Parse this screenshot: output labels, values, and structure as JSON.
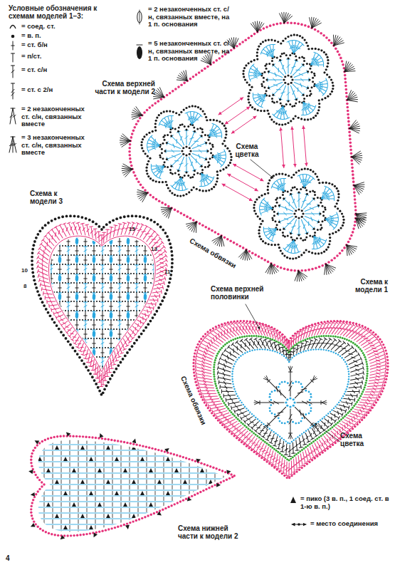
{
  "diagram": {
    "labels": [
      "Условные обозначения к схемам моделей 1–3:",
      "Схема верхней части к модели 2",
      "Схема цветка",
      "Схема обвязки",
      "Схема к модели 3",
      "15",
      "13",
      "11",
      "10",
      "8",
      "Схема верхней половинки",
      "Схема к модели 1",
      "Схема обвязки",
      "Схема цветка",
      "Схема нижней части к модели 2",
      "4"
    ],
    "legend": [
      {
        "text": "= соед. ст."
      },
      {
        "text": "= в. п."
      },
      {
        "text": "= ст. б/н"
      },
      {
        "text": "= п/ст."
      },
      {
        "text": "= ст. с/н"
      },
      {
        "text": "= ст. с 2/н"
      },
      {
        "text": "= 2 незаконченных ст. с/н, связанных вместе"
      },
      {
        "text": "= 3 незаконченных ст. с/н, связанных вместе"
      },
      {
        "text": "= 2 незаконченных ст. с/н, связанных вместе, на 1 п. основания"
      },
      {
        "text": "= 5 незаконченных ст. с/н, связанных вместе, на 1 п. основания"
      },
      {
        "text": "= пико (3 в. п., 1 соед. ст. в 1-ю в. п.)"
      },
      {
        "text": "= место соединения"
      }
    ]
  }
}
